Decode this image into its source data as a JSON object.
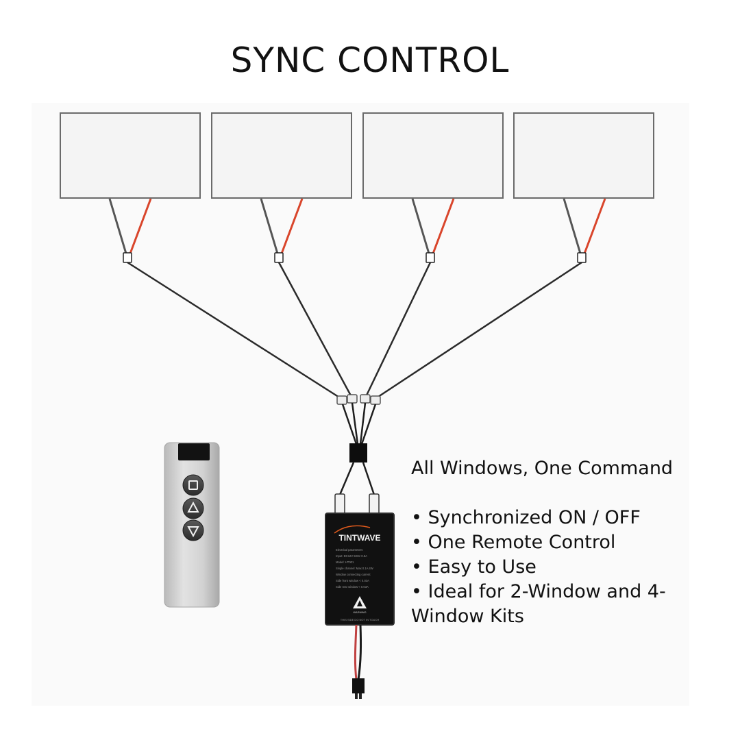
{
  "title": "SYNC CONTROL",
  "headline": "All Windows, One Command",
  "features": [
    "• Synchronized ON / OFF",
    "• One Remote Control",
    "• Easy to Use",
    "• Ideal for 2-Window and 4-Window Kits"
  ],
  "controller": {
    "brand": "TINTWAVE",
    "label_lines": [
      "Electrical parameters",
      "Input: DC12V 50Hz 0.5A",
      "Model: HT001",
      "Single channel: Max 0.1A 4W",
      "Window connecting current",
      "Side front window < 0.03A",
      "Side rear window < 0.03A"
    ],
    "warning_label": "WARNING",
    "bottom_text": "THIS SIDE DO NOT IN TOUCH"
  },
  "remote": {
    "buttons": [
      {
        "name": "stop",
        "icon": "square-icon"
      },
      {
        "name": "up",
        "icon": "triangle-up-icon"
      },
      {
        "name": "down",
        "icon": "triangle-down-icon"
      }
    ]
  },
  "window_count": 4,
  "colors": {
    "wire_red": "#d9452b",
    "wire_gray": "#555555",
    "cable": "#2a2a2a",
    "controller_body": "#111111",
    "brand_accent": "#e05a1c",
    "remote_body": "#c9c9c9",
    "panel": "#f4f4f4"
  }
}
